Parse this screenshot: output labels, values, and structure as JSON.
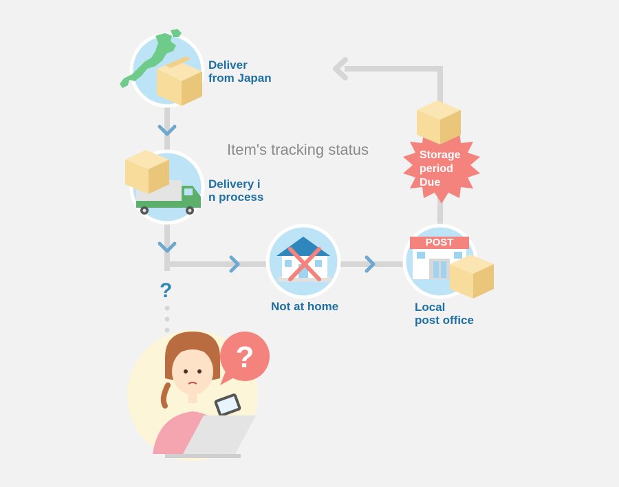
{
  "title": "Item's tracking status",
  "steps": {
    "deliver_from_japan": "Deliver\nfrom Japan",
    "delivery_in_process": "Delivery i\nn process",
    "not_at_home": "Not at home",
    "local_post_office": "Local\npost office",
    "storage_period_due": "Storage\nperiod\nDue"
  },
  "sign": {
    "post": "POST"
  },
  "question_mark": "?",
  "icons": [
    "japan-map-icon",
    "parcel-box-icon",
    "delivery-truck-icon",
    "house-crossed-icon",
    "post-office-icon",
    "confused-user-icon",
    "question-bubble-icon",
    "chevron-right-icon",
    "chevron-down-icon",
    "arrow-left-icon"
  ],
  "colors": {
    "background": "#f2f2f2",
    "circle_fill": "#bde4f6",
    "connector": "#d6d6d6",
    "chevron": "#6ea8d0",
    "label": "#1f6fa3",
    "burst": "#f4837d",
    "box": "#f7dc9b",
    "box_dark": "#eac67a",
    "cross": "#f4837d"
  }
}
